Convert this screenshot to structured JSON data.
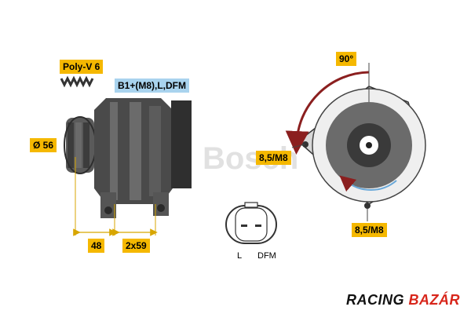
{
  "labels": {
    "poly_v": "Poly-V 6",
    "terminals": "B1+(M8),L,DFM",
    "diameter": "Ø 56",
    "dim_48": "48",
    "dim_2x59": "2x59",
    "angle": "90°",
    "bolt_left": "8,5/M8",
    "bolt_bottom": "8,5/M8",
    "pin_l": "L",
    "pin_dfm": "DFM"
  },
  "watermark": {
    "brand": "Bosch"
  },
  "footer": {
    "racing": "RACING",
    "bazar": "BAZÁR"
  },
  "colors": {
    "accent": "#f5b800",
    "terminal_tag": "#a9d3ee",
    "arrow": "#8b1f1f",
    "arrow_light": "#6aa8d8",
    "body_dark": "#4a4a4a",
    "footer_red": "#d8261b"
  }
}
